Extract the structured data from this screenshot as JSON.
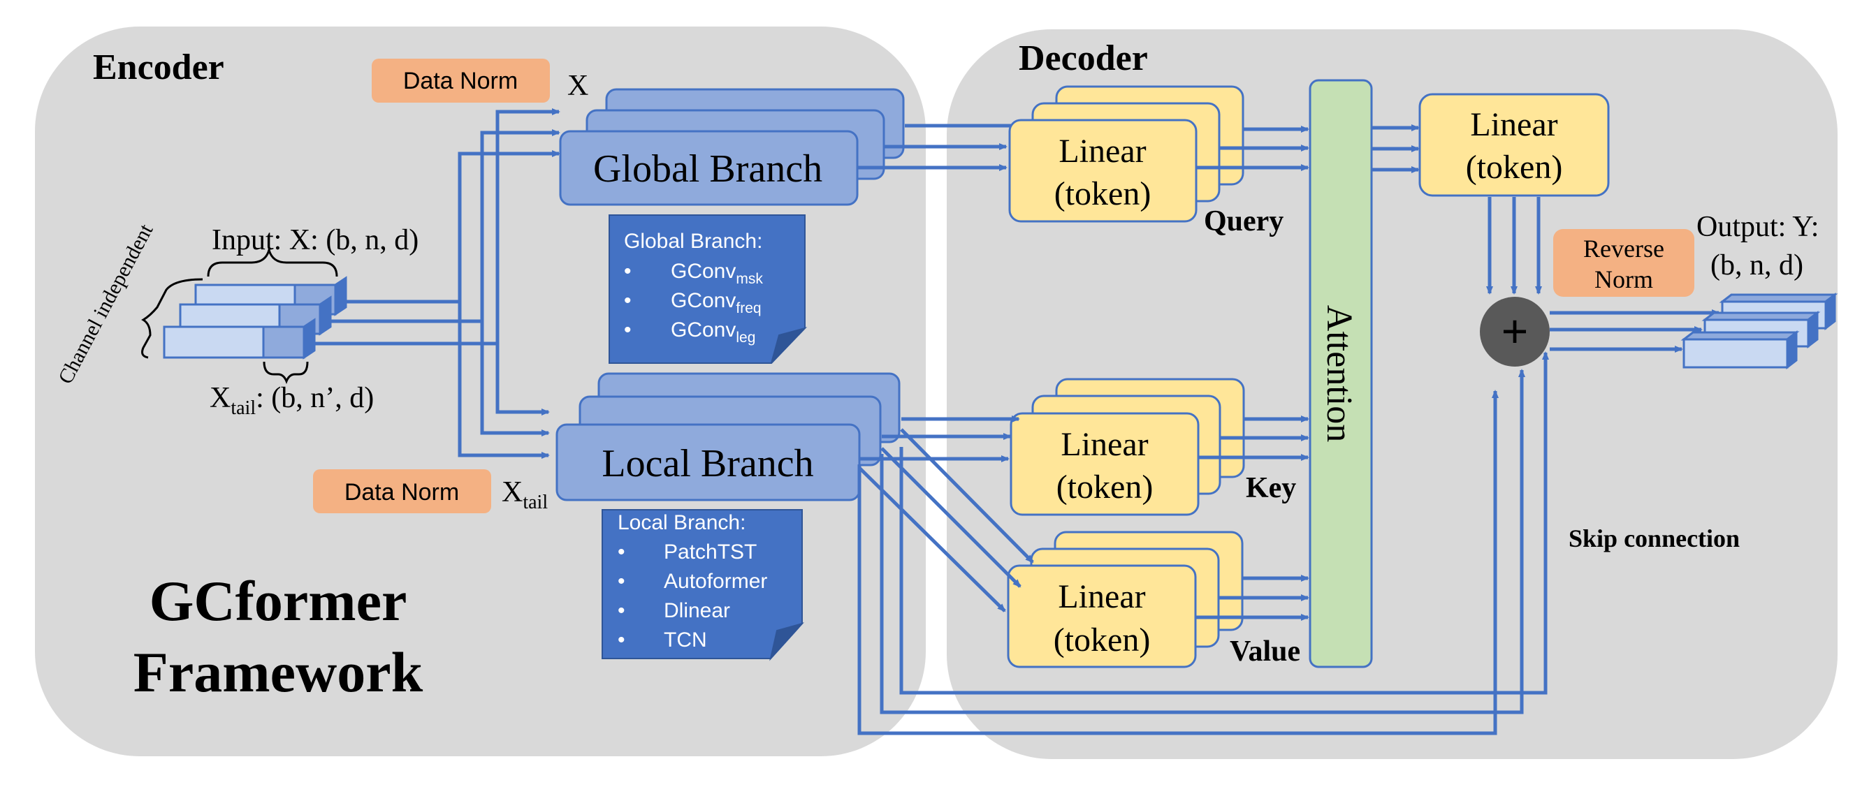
{
  "encoder": {
    "title": "Encoder",
    "data_norm_top": "Data Norm",
    "x_label": "X",
    "data_norm_bottom": "Data Norm",
    "x_tail_label": "X",
    "x_tail_sub": "tail",
    "input_label": "Input: X: (b, n, d)",
    "channel_label": "Channel independent",
    "tail_shape_sub": "tail",
    "tail_shape_label": ": (b, n’, d)",
    "global_branch": "Global Branch",
    "local_branch": "Local Branch",
    "global_note": {
      "title": "Global Branch:",
      "items": [
        {
          "main": "GConv",
          "sub": "msk"
        },
        {
          "main": "GConv",
          "sub": "freq"
        },
        {
          "main": "GConv",
          "sub": "leg"
        }
      ]
    },
    "local_note": {
      "title": "Local Branch:",
      "items": [
        "PatchTST",
        "Autoformer",
        "Dlinear",
        "TCN"
      ]
    },
    "framework_line1": "GCformer",
    "framework_line2": "Framework"
  },
  "decoder": {
    "title": "Decoder",
    "linear_line1": "Linear",
    "linear_line2": "(token)",
    "query": "Query",
    "key": "Key",
    "value": "Value",
    "attention": "Attention",
    "reverse_norm_line1": "Reverse",
    "reverse_norm_line2": "Norm",
    "plus": "+",
    "output_line1": "Output: Y:",
    "output_line2": "(b, n, d)",
    "skip_connection": "Skip connection"
  },
  "colors": {
    "panel": "#d9d9d9",
    "arrow": "#4472c4",
    "branch_fill": "#8faadc",
    "note_fill": "#4472c4",
    "linear_fill": "#ffe699",
    "attention_fill": "#c5e0b4",
    "norm_fill": "#f4b183",
    "plus_fill": "#595959"
  }
}
